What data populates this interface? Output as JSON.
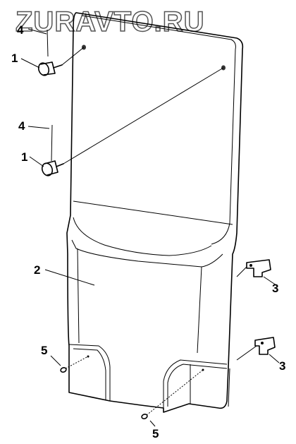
{
  "watermark": "ZURAVTO.RU",
  "callouts": {
    "c1a": "4",
    "c2a": "1",
    "c3a": "4",
    "c4a": "1",
    "c5a": "2",
    "c6a": "3",
    "c7a": "3",
    "c8a": "5",
    "c9a": "5"
  }
}
